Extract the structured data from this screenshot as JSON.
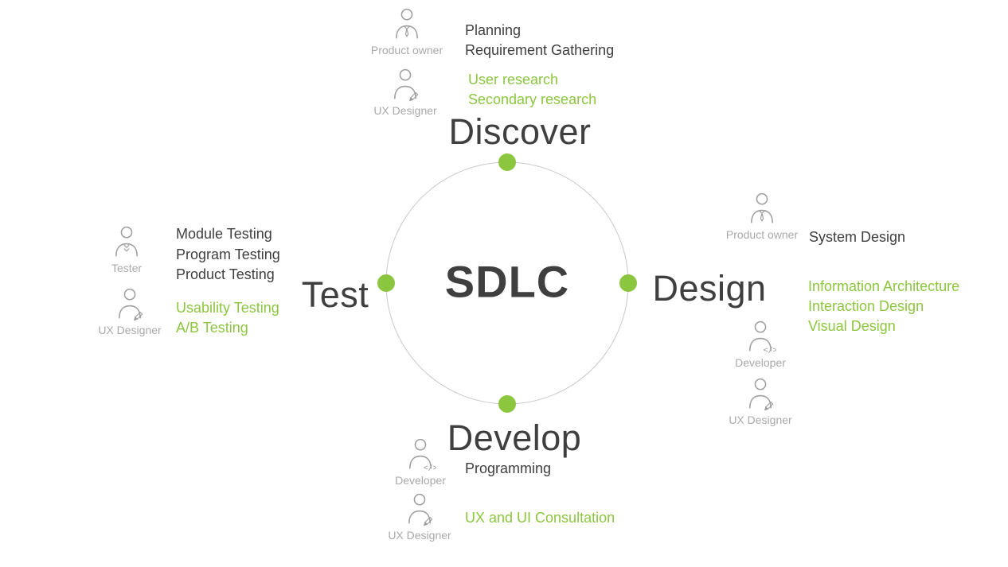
{
  "center": {
    "title": "SDLC"
  },
  "colors": {
    "green": "#8CC63F",
    "dark": "#3F3F3F",
    "muted": "#A9A9A9",
    "circle": "#C9C9C9"
  },
  "phases": {
    "discover": {
      "label": "Discover",
      "product_owner": {
        "role": "Product owner",
        "tasks": [
          "Planning",
          "Requirement Gathering"
        ]
      },
      "ux_designer": {
        "role": "UX Designer",
        "tasks": [
          "User research",
          "Secondary research"
        ]
      }
    },
    "design": {
      "label": "Design",
      "product_owner": {
        "role": "Product owner",
        "tasks": [
          "System Design"
        ]
      },
      "developer": {
        "role": "Developer"
      },
      "ux_designer": {
        "role": "UX Designer"
      },
      "green_tasks": [
        "Information Architecture",
        "Interaction Design",
        "Visual Design"
      ]
    },
    "develop": {
      "label": "Develop",
      "developer": {
        "role": "Developer",
        "tasks": [
          "Programming"
        ]
      },
      "ux_designer": {
        "role": "UX Designer",
        "tasks": [
          "UX and UI Consultation"
        ]
      }
    },
    "test": {
      "label": "Test",
      "tester": {
        "role": "Tester",
        "tasks": [
          "Module Testing",
          "Program Testing",
          "Product Testing"
        ]
      },
      "ux_designer": {
        "role": "UX Designer",
        "tasks": [
          "Usability Testing",
          "A/B Testing"
        ]
      }
    }
  }
}
